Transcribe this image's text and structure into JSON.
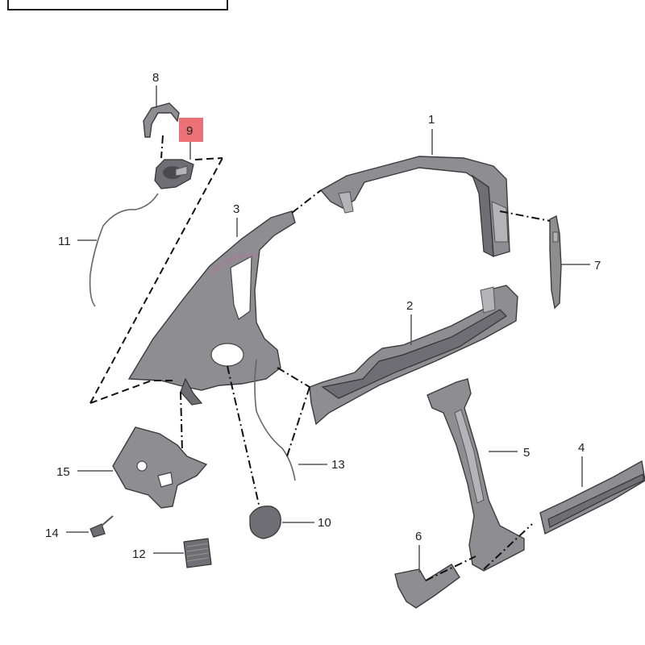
{
  "callouts": [
    {
      "id": "1",
      "label": "1",
      "highlighted": false
    },
    {
      "id": "2",
      "label": "2",
      "highlighted": false
    },
    {
      "id": "3",
      "label": "3",
      "highlighted": false
    },
    {
      "id": "4",
      "label": "4",
      "highlighted": false
    },
    {
      "id": "5",
      "label": "5",
      "highlighted": false
    },
    {
      "id": "6",
      "label": "6",
      "highlighted": false
    },
    {
      "id": "7",
      "label": "7",
      "highlighted": false
    },
    {
      "id": "8",
      "label": "8",
      "highlighted": false
    },
    {
      "id": "9",
      "label": "9",
      "highlighted": true
    },
    {
      "id": "10",
      "label": "10",
      "highlighted": false
    },
    {
      "id": "11",
      "label": "11",
      "highlighted": false
    },
    {
      "id": "12",
      "label": "12",
      "highlighted": false
    },
    {
      "id": "13",
      "label": "13",
      "highlighted": false
    },
    {
      "id": "14",
      "label": "14",
      "highlighted": false
    },
    {
      "id": "15",
      "label": "15",
      "highlighted": false
    }
  ],
  "colors": {
    "highlight": "#e8585c",
    "part": "#8d8d92",
    "line": "#111111"
  }
}
